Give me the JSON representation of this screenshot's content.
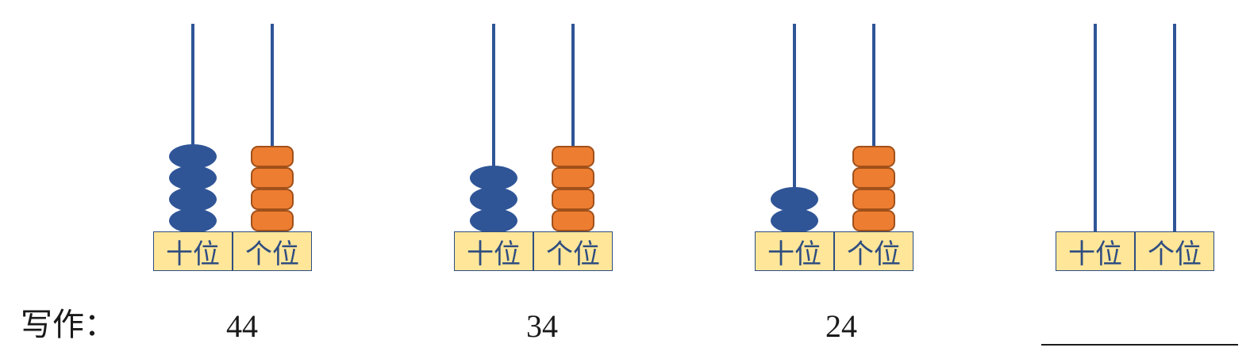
{
  "write_label": "写作：",
  "place_labels": {
    "tens": "十位",
    "ones": "个位"
  },
  "colors": {
    "rod": "#2f5597",
    "tens_bead": "#2f5597",
    "ones_bead": "#ed7d31",
    "ones_bead_border": "#a0501a",
    "label_bg": "#ffe699",
    "label_border": "#2f4d80"
  },
  "abacuses": [
    {
      "tens": 4,
      "ones": 4,
      "written": "44"
    },
    {
      "tens": 3,
      "ones": 4,
      "written": "34"
    },
    {
      "tens": 2,
      "ones": 4,
      "written": "24"
    },
    {
      "tens": 0,
      "ones": 0,
      "written": ""
    }
  ]
}
